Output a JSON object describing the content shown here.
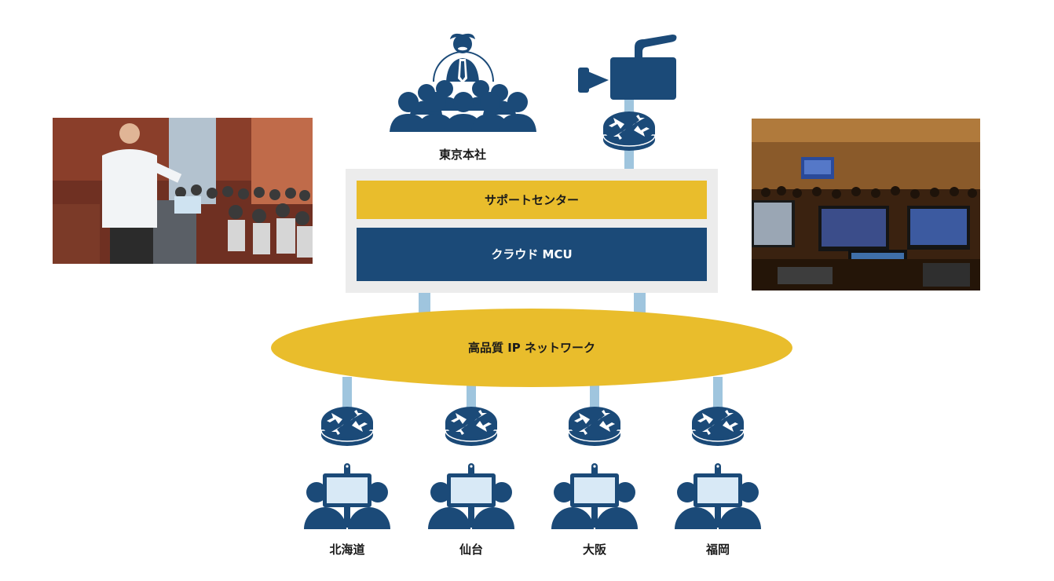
{
  "hq": {
    "label": "東京本社"
  },
  "center": {
    "support_label": "サポートセンター",
    "mcu_label": "クラウド MCU"
  },
  "network": {
    "label": "高品質 IP ネットワーク"
  },
  "branches": [
    {
      "label": "北海道"
    },
    {
      "label": "仙台"
    },
    {
      "label": "大阪"
    },
    {
      "label": "福岡"
    }
  ],
  "colors": {
    "navy": "#1b4a78",
    "gold": "#e9bd2c",
    "link": "#9fc5de",
    "panel": "#ececec",
    "screen": "#d8e9f6"
  },
  "photos": {
    "left": "presenter-photo",
    "right": "control-room-photo"
  }
}
